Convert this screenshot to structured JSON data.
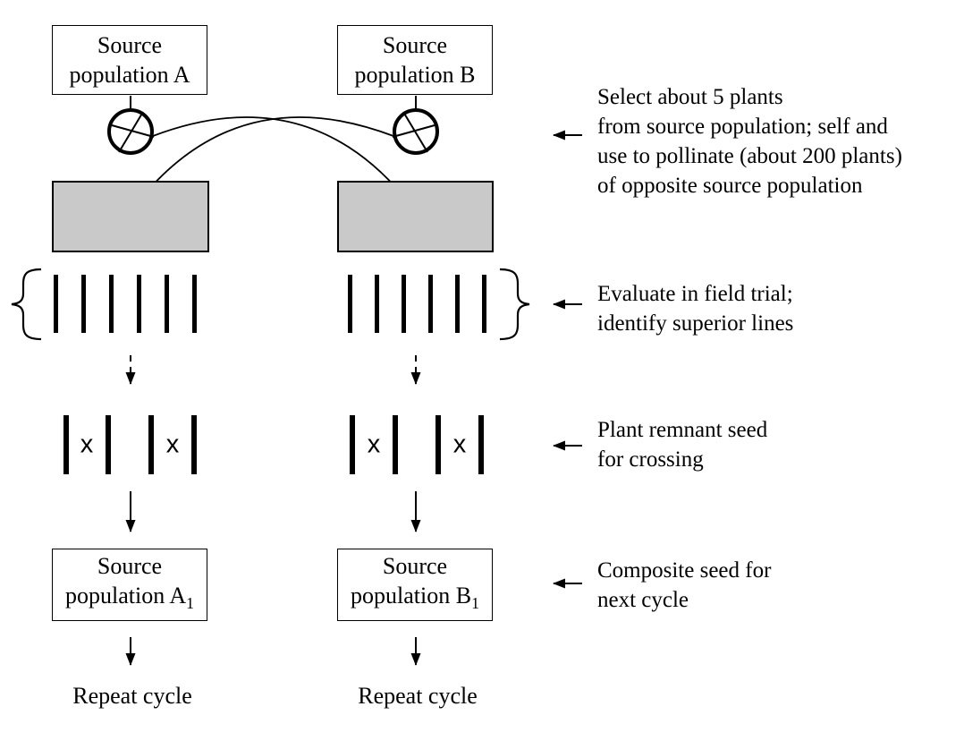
{
  "diagram": {
    "description_of_view": "Reciprocal recurrent selection breeding cycle diagram with two parallel columns",
    "columns": {
      "a": {
        "source_box": {
          "line1": "Source",
          "line2": "population A"
        },
        "next_box": {
          "line1": "Source",
          "line2_base": "population A",
          "subscript": "1"
        },
        "repeat_label": "Repeat cycle",
        "cross_symbol": "x",
        "field_trial_line_count": 6,
        "remnant_bar_count": 4
      },
      "b": {
        "source_box": {
          "line1": "Source",
          "line2": "population B"
        },
        "next_box": {
          "line1": "Source",
          "line2_base": "population B",
          "subscript": "1"
        },
        "repeat_label": "Repeat cycle",
        "cross_symbol": "x",
        "field_trial_line_count": 6,
        "remnant_bar_count": 4
      }
    },
    "annotations": [
      {
        "lines": [
          "Select about 5 plants",
          "from source population; self and",
          "use to pollinate (about 200 plants)",
          "of opposite source population"
        ]
      },
      {
        "lines": [
          "Evaluate in field trial;",
          "identify superior lines"
        ]
      },
      {
        "lines": [
          "Plant remnant seed",
          "for crossing"
        ]
      },
      {
        "lines": [
          "Composite seed for",
          "next cycle"
        ]
      }
    ],
    "icons": {
      "circled_cross": "circle with X, pollination/crossing symbol",
      "brace": "curly brace grouping field-trial lines",
      "arrow": "solid black arrowhead"
    },
    "colors": {
      "background": "#ffffff",
      "line": "#000000",
      "field_plot_fill": "#c9c9c9"
    }
  }
}
